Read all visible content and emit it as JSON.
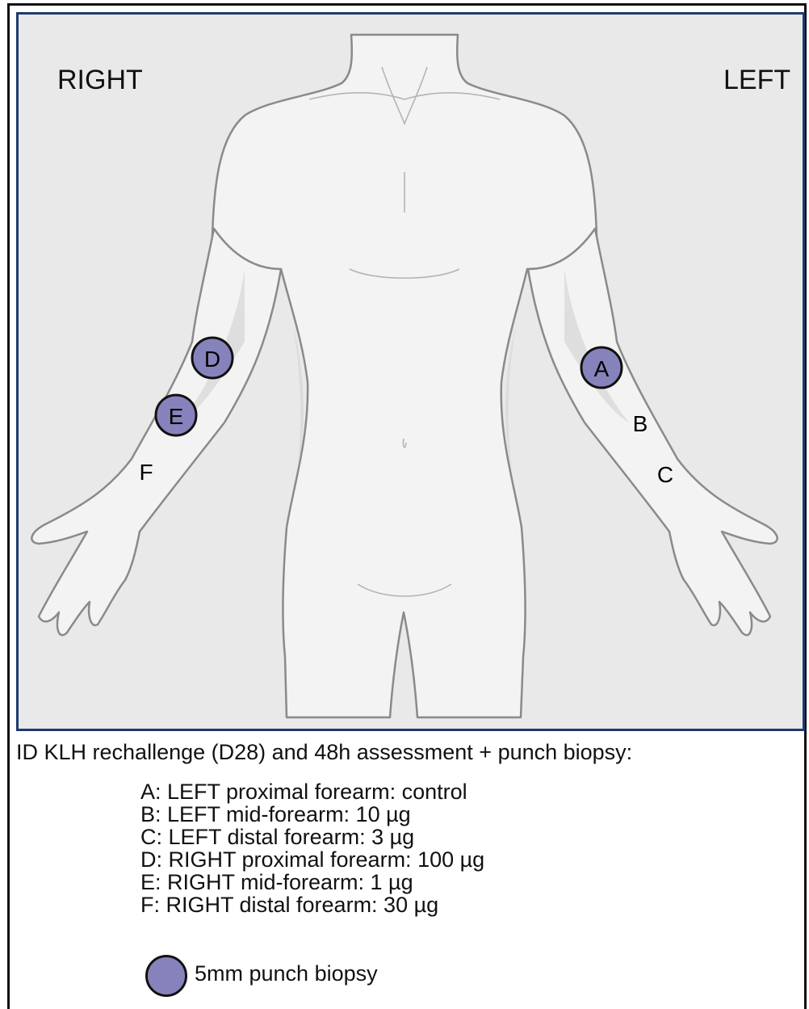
{
  "labels": {
    "right": "RIGHT",
    "left": "LEFT"
  },
  "sites": [
    {
      "id": "A",
      "biopsy": true
    },
    {
      "id": "B",
      "biopsy": false
    },
    {
      "id": "C",
      "biopsy": false
    },
    {
      "id": "D",
      "biopsy": true
    },
    {
      "id": "E",
      "biopsy": true
    },
    {
      "id": "F",
      "biopsy": false
    }
  ],
  "caption": "ID KLH rechallenge (D28) and 48h assessment + punch biopsy:",
  "legend_items": [
    "A: LEFT proximal forearm: control",
    "B: LEFT mid-forearm: 10 µg",
    "C: LEFT distal forearm: 3 µg",
    "D: RIGHT proximal forearm: 100 µg",
    "E: RIGHT mid-forearm: 1 µg",
    "F: RIGHT distal forearm: 30 µg"
  ],
  "key_label": "5mm punch biopsy",
  "colors": {
    "biopsy_fill": "#8683bc",
    "frame_border": "#1f3a6e",
    "background": "#e9e9e9",
    "body_fill": "#f3f3f3"
  }
}
